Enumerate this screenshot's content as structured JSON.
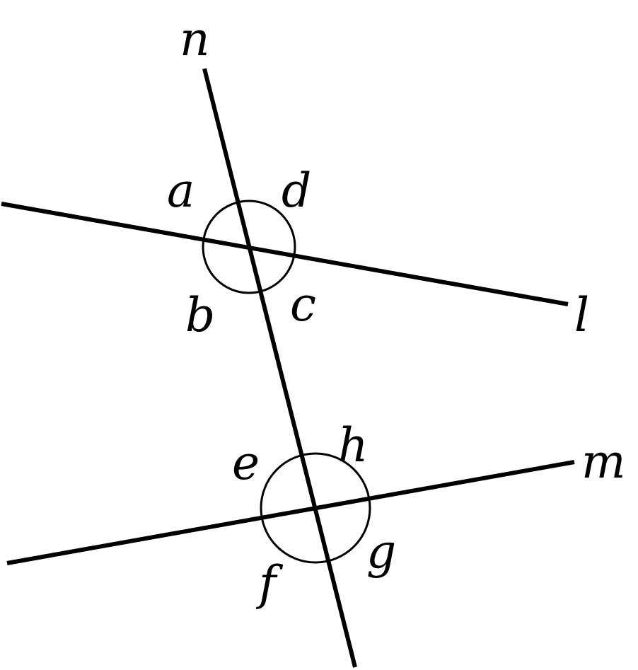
{
  "lines": {
    "transversal": "n",
    "upper": "l",
    "lower": "m"
  },
  "angles_upper": [
    "a",
    "d",
    "b",
    "c"
  ],
  "angles_lower": [
    "e",
    "h",
    "f",
    "g"
  ]
}
